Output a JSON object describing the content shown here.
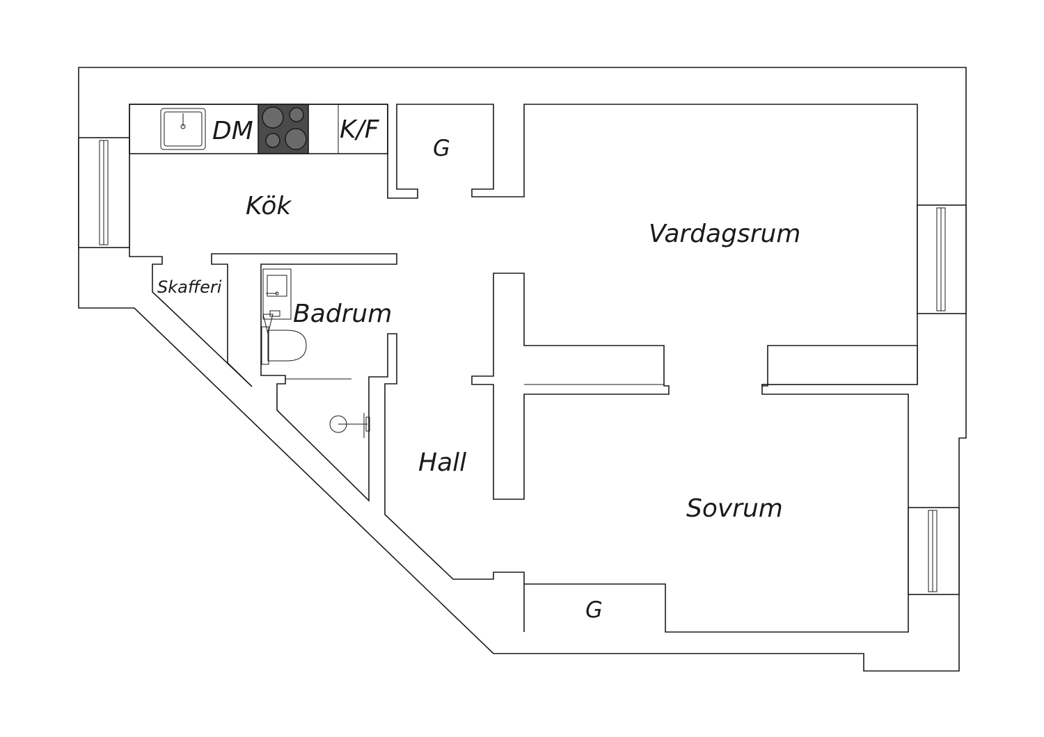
{
  "rooms": {
    "kitchen": "Kök",
    "living_room": "Vardagsrum",
    "pantry": "Skafferi",
    "bathroom": "Badrum",
    "hall": "Hall",
    "bedroom": "Sovrum",
    "wardrobe_top": "G",
    "wardrobe_bottom": "G"
  },
  "fixtures": {
    "dishwasher": "DM",
    "fridge_freezer": "K/F"
  },
  "icons": [
    "kitchen-sink-icon",
    "stove-icon",
    "bathroom-sink-icon",
    "toilet-icon",
    "shower-icon",
    "window-icon"
  ],
  "colors": {
    "wall_fill": "#ffffff",
    "line": "#1a1a1a",
    "stove": "#4a4a4a"
  }
}
